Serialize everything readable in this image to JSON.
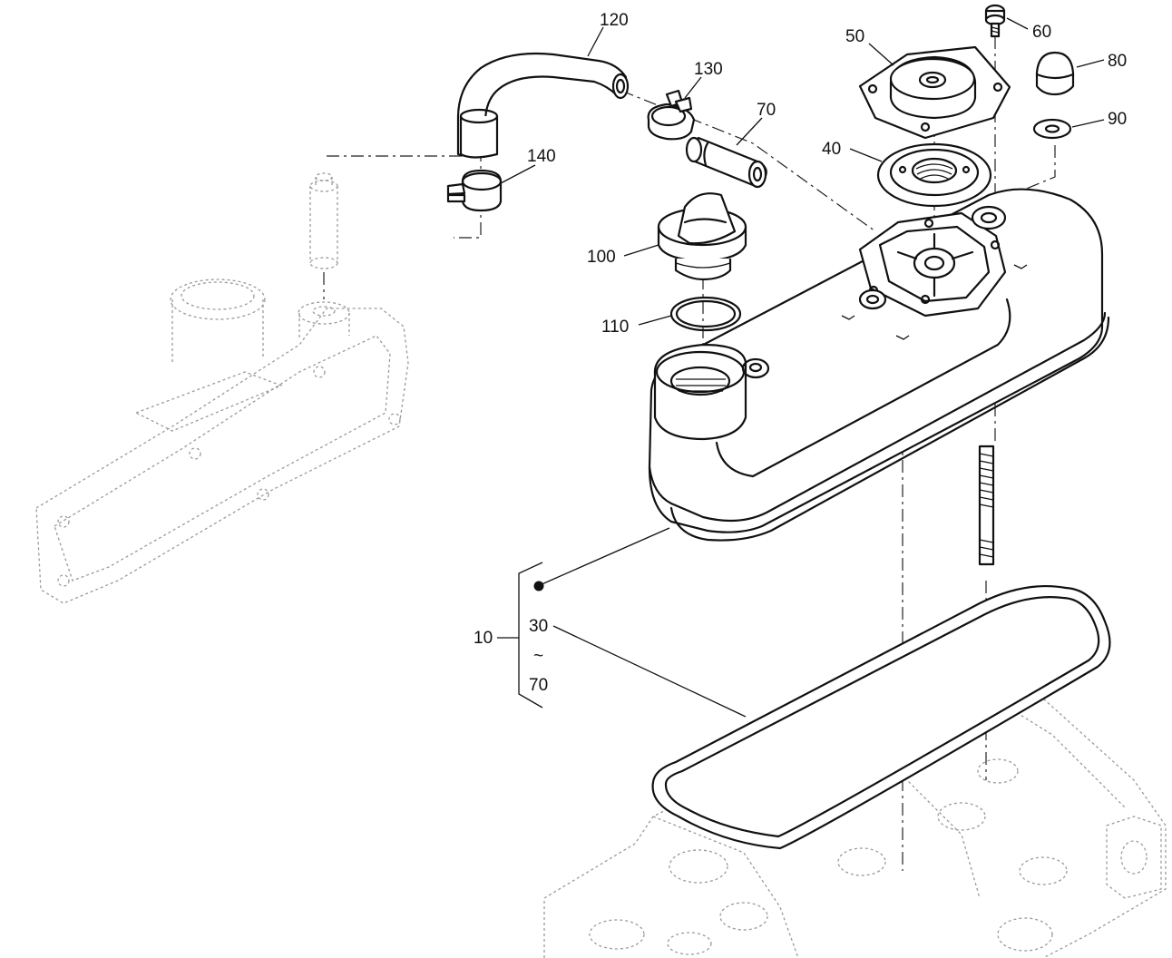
{
  "labels": {
    "p120": "120",
    "p130": "130",
    "p70": "70",
    "p140": "140",
    "p50": "50",
    "p60": "60",
    "p80": "80",
    "p90": "90",
    "p40": "40",
    "p100": "100",
    "p110": "110",
    "p10": "10",
    "range_start": "30",
    "range_sep": "~",
    "range_end": "70"
  },
  "colors": {
    "line": "#111111",
    "ghost": "#9a9a9a",
    "background": "#ffffff"
  }
}
